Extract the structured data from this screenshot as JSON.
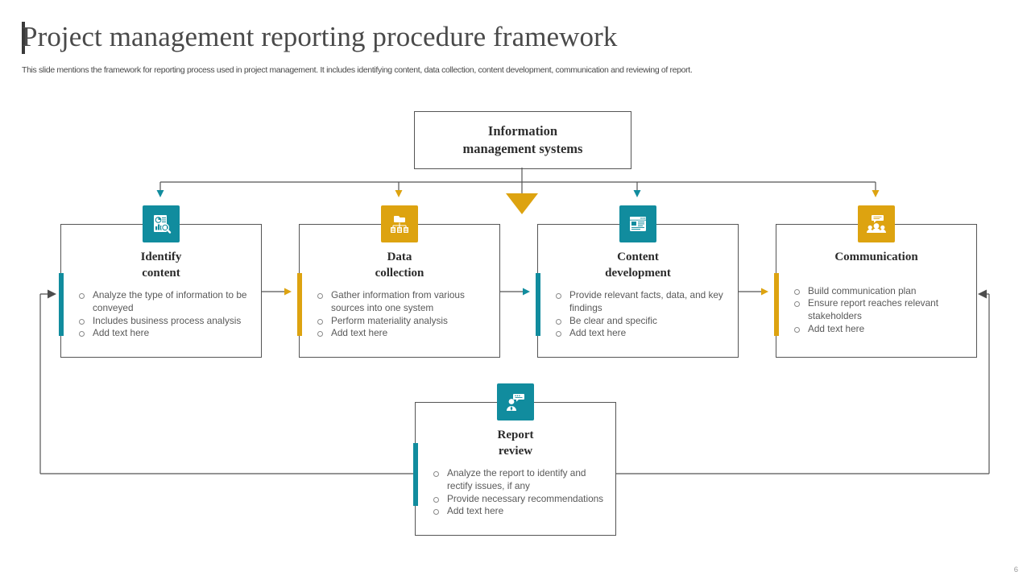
{
  "slide": {
    "title": "Project management reporting procedure framework",
    "subtitle": "This slide mentions the framework for reporting process used in project management. It includes identifying content, data collection, content development, communication and reviewing of report.",
    "page_number": "6"
  },
  "colors": {
    "teal": "#118c9e",
    "amber": "#dda310",
    "line": "#555555",
    "text": "#595959",
    "title": "#4a4a4a"
  },
  "top_box": {
    "line1": "Information",
    "line2": "management systems"
  },
  "cards": [
    {
      "id": "identify-content",
      "title_line1": "Identify",
      "title_line2": "content",
      "color": "teal",
      "icon": "report-analysis-icon",
      "bullets": [
        "Analyze the type of information to be conveyed",
        "Includes business process analysis",
        "Add text here"
      ]
    },
    {
      "id": "data-collection",
      "title_line1": "Data",
      "title_line2": "collection",
      "color": "amber",
      "icon": "data-folder-network-icon",
      "bullets": [
        "Gather information from various sources into one system",
        "Perform materiality analysis",
        "Add text here"
      ]
    },
    {
      "id": "content-development",
      "title_line1": "Content",
      "title_line2": "development",
      "color": "teal",
      "icon": "document-layout-icon",
      "bullets": [
        "Provide relevant facts, data, and key findings",
        "Be clear and specific",
        "Add text here"
      ]
    },
    {
      "id": "communication",
      "title_line1": "Communication",
      "title_line2": "",
      "color": "amber",
      "icon": "people-speech-icon",
      "bullets": [
        "Build communication plan",
        "Ensure report reaches relevant stakeholders",
        "Add text here"
      ]
    },
    {
      "id": "report-review",
      "title_line1": "Report",
      "title_line2": "review",
      "color": "teal",
      "icon": "person-speech-bubble-icon",
      "bullets": [
        "Analyze the report to identify and rectify issues, if any",
        "Provide necessary recommendations",
        "Add text here"
      ]
    }
  ],
  "connectors": {
    "down_arrows": [
      "teal",
      "amber",
      "amber-large",
      "teal",
      "amber"
    ],
    "between_cards": [
      "amber",
      "teal",
      "amber"
    ],
    "entry_arrow": "dark",
    "return_arrow": "dark"
  }
}
